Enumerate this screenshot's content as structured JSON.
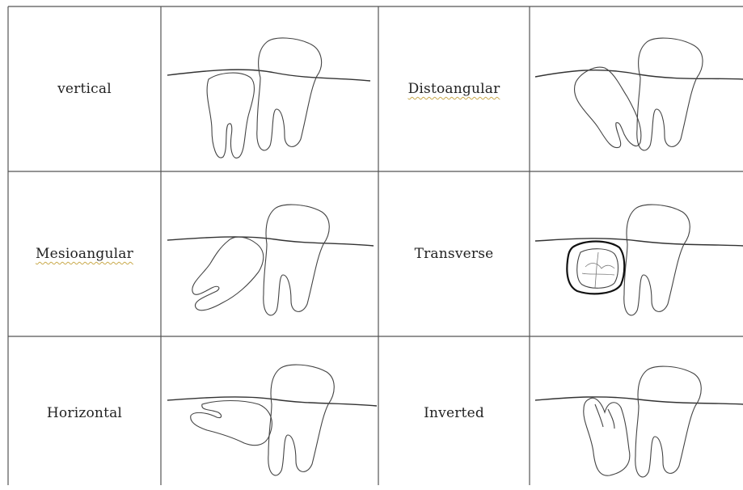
{
  "rows": [
    {
      "left_label": "vertical",
      "left_underlined": false,
      "right_label": "Distoangular",
      "right_underlined": true
    },
    {
      "left_label": "Mesioangular",
      "left_underlined": true,
      "right_label": "Transverse",
      "right_underlined": false
    },
    {
      "left_label": "Horizontal",
      "left_underlined": false,
      "right_label": "Inverted",
      "right_underlined": false
    }
  ],
  "colors": {
    "grid": "#555555",
    "text": "#222222",
    "spellcheck_underline": "#c9a94b"
  }
}
